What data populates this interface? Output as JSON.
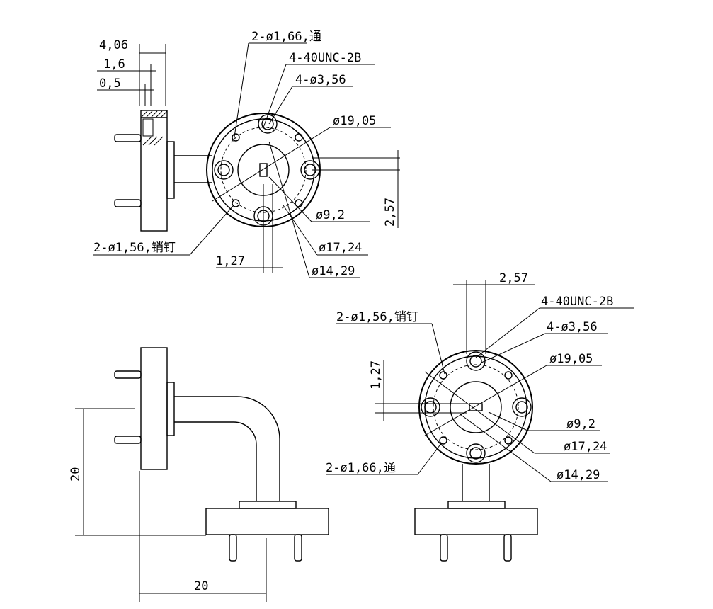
{
  "top_view": {
    "dim_4_06": "4,06",
    "dim_1_6": "1,6",
    "dim_0_5": "0,5",
    "hole_2_166": "2-ø1,66,通",
    "thread": "4-40UNC-2B",
    "hole_4_356": "4-ø3,56",
    "dia_19_05": "ø19,05",
    "dim_2_57": "2,57",
    "dia_9_2": "ø9,2",
    "pin_2_156": "2-ø1,56,销钉",
    "dia_17_24": "ø17,24",
    "dim_1_27": "1,27",
    "dia_14_29": "ø14,29"
  },
  "side_view": {
    "dim_20_vertical": "20",
    "dim_20_horizontal": "20"
  },
  "end_view": {
    "dim_2_57": "2,57",
    "thread": "4-40UNC-2B",
    "pin_2_156": "2-ø1,56,销钉",
    "hole_4_356": "4-ø3,56",
    "dim_1_27": "1,27",
    "dia_19_05": "ø19,05",
    "dia_9_2": "ø9,2",
    "hole_2_166": "2-ø1,66,通",
    "dia_17_24": "ø17,24",
    "dia_14_29": "ø14,29"
  }
}
